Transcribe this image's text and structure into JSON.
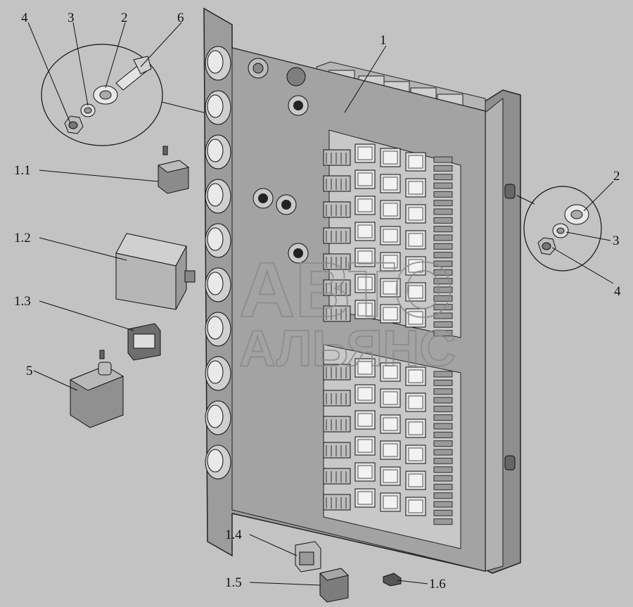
{
  "labels": {
    "main_block": "1",
    "relay_1_1": "1.1",
    "relay_1_2": "1.2",
    "relay_1_3": "1.3",
    "relay_1_4": "1.4",
    "relay_1_5": "1.5",
    "fuse_1_6": "1.6",
    "bolt": "6",
    "washer": "2",
    "lock_washer": "3",
    "nut": "4",
    "module": "5",
    "washer_right": "2",
    "lock_washer_right": "3",
    "nut_right": "4"
  },
  "watermark": {
    "line1": "АВТО",
    "line2": "АЛЬЯНС"
  },
  "colors": {
    "background": "#c3c3c3",
    "plate": "#9a9a9a",
    "component": "#d8d8d8",
    "line": "#111111"
  }
}
